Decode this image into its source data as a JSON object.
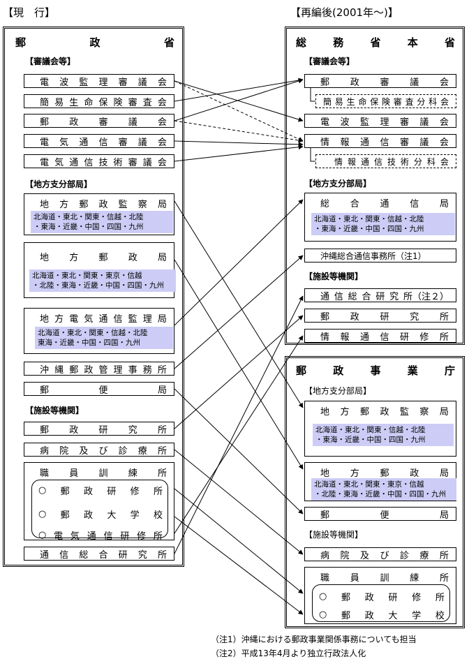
{
  "left_heading": "【現　行】",
  "right_heading": "【再編後(2001年～)】",
  "left": {
    "title": [
      "郵",
      "政",
      "省"
    ],
    "council_section": "【審議会等】",
    "councils": [
      [
        "電",
        "波",
        "監",
        "理",
        "審",
        "議",
        "会"
      ],
      [
        "簡",
        "易",
        "生",
        "命",
        "保",
        "険",
        "審",
        "査",
        "会"
      ],
      [
        "郵",
        "政",
        "審",
        "議",
        "会"
      ],
      [
        "電",
        "気",
        "通",
        "信",
        "審",
        "議",
        "会"
      ],
      [
        "電",
        "気",
        "通",
        "信",
        "技",
        "術",
        "審",
        "議",
        "会"
      ]
    ],
    "regional_section": "【地方支分部局】",
    "regional": [
      {
        "title": [
          "地",
          "方",
          "郵",
          "政",
          "監",
          "察",
          "局"
        ],
        "regions": [
          "北海道・東北・関東・信越・北陸",
          "・東海・近畿・中国・四国・九州"
        ]
      },
      {
        "title": [
          "地",
          "方",
          "郵",
          "政",
          "局"
        ],
        "regions": [
          "北海道・東北・関東・東京・信越",
          "・北陸・東海・近畿・中国・四国・九州"
        ]
      },
      {
        "title": [
          "地",
          "方",
          "電",
          "気",
          "通",
          "信",
          "監",
          "理",
          "局"
        ],
        "regions": [
          "北海道・東北・関東・信越・北陸",
          "東海・近畿・中国・四国・九州"
        ]
      }
    ],
    "okinawa": [
      "沖",
      "縄",
      "郵",
      "政",
      "管",
      "理",
      "事",
      "務",
      "所"
    ],
    "post_office": [
      "郵",
      "便",
      "局"
    ],
    "facility_section": "【施設等機関】",
    "facilities": [
      [
        "郵",
        "政",
        "研",
        "究",
        "所"
      ],
      [
        "病",
        "院",
        "及",
        "び",
        "診",
        "療",
        "所"
      ]
    ],
    "training": {
      "title": [
        "職",
        "員",
        "訓",
        "練",
        "所"
      ],
      "items": [
        [
          "○",
          "郵",
          "政",
          "研",
          "修",
          "所"
        ],
        [
          "○",
          "郵",
          "政",
          "大",
          "学",
          "校"
        ],
        [
          "○",
          "電",
          "気",
          "通",
          "信",
          "研",
          "修",
          "所"
        ]
      ]
    },
    "research": [
      "通",
      "信",
      "総",
      "合",
      "研",
      "究",
      "所"
    ]
  },
  "ministry": {
    "title": [
      "総",
      "務",
      "省",
      "本",
      "省"
    ],
    "council_section": "【審議会等】",
    "councils": [
      [
        "郵",
        "政",
        "審",
        "議",
        "会"
      ],
      [
        "簡",
        "易",
        "生",
        "命",
        "保",
        "険",
        "審",
        "査",
        "分",
        "科",
        "会"
      ],
      [
        "電",
        "波",
        "監",
        "理",
        "審",
        "議",
        "会"
      ],
      [
        "情",
        "報",
        "通",
        "信",
        "審",
        "議",
        "会"
      ],
      [
        "情",
        "報",
        "通",
        "信",
        "技",
        "術",
        "分",
        "科",
        "会"
      ]
    ],
    "regional_section": "【地方支分部局】",
    "regional": {
      "title": [
        "総",
        "合",
        "通",
        "信",
        "局"
      ],
      "regions": [
        "北海道・東北・関東・信越・北陸",
        "・東海・近畿・中国・四国・九州"
      ]
    },
    "okinawa": "沖縄総合通信事務所（注1）",
    "facility_section": "【施設等機関】",
    "facilities": [
      [
        "通",
        "信",
        "総",
        "合",
        "研",
        "究",
        "所（注２）"
      ],
      [
        "郵",
        "政",
        "研",
        "究",
        "所"
      ],
      [
        "情",
        "報",
        "通",
        "信",
        "研",
        "修",
        "所"
      ]
    ]
  },
  "agency": {
    "title": [
      "郵",
      "政",
      "事",
      "業",
      "庁"
    ],
    "regional_section": "【地方支分部局】",
    "regional": [
      {
        "title": [
          "地",
          "方",
          "郵",
          "政",
          "監",
          "察",
          "局"
        ],
        "regions": [
          "北海道・東北・関東・信越・北陸",
          "・東海・近畿・中国・四国・九州"
        ]
      },
      {
        "title": [
          "地",
          "方",
          "郵",
          "政",
          "局"
        ],
        "regions": [
          "北海道・東北・関東・東京・信越",
          "・北陸・東海・近畿・中国・四国・九州"
        ]
      }
    ],
    "post_office": [
      "郵",
      "便",
      "局"
    ],
    "facility_section": "【施設等機関】",
    "facilities": [
      [
        "病",
        "院",
        "及",
        "び",
        "診",
        "療",
        "所"
      ]
    ],
    "training": {
      "title": [
        "職",
        "員",
        "訓",
        "練",
        "所"
      ],
      "items": [
        [
          "○",
          "郵",
          "政",
          "研",
          "修",
          "所"
        ],
        [
          "○",
          "郵",
          "政",
          "大",
          "学",
          "校"
        ]
      ]
    }
  },
  "notes": [
    "（注1）沖縄における郵政事業関係事務についても担当",
    "（注2）平成13年4月より独立行政法人化"
  ]
}
